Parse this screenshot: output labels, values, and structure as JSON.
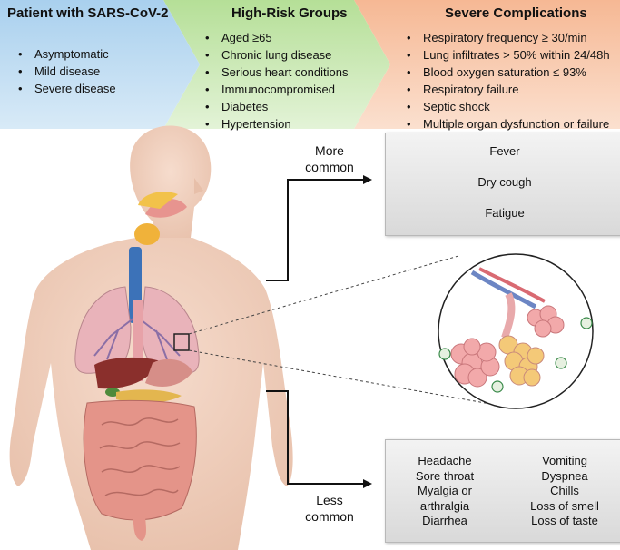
{
  "columns": [
    {
      "title": "Patient with SARS-CoV-2",
      "items": [
        "Asymptomatic",
        "Mild disease",
        "Severe disease"
      ],
      "color": "#bfdcf0"
    },
    {
      "title": "High-Risk Groups",
      "items": [
        "Aged ≥65",
        "Chronic lung disease",
        "Serious heart conditions",
        "Immunocompromised",
        "Diabetes",
        "Hypertension"
      ],
      "color": "#cde9b6"
    },
    {
      "title": "Severe Complications",
      "items": [
        "Respiratory frequency ≥ 30/min",
        "Lung infiltrates > 50% within 24/48h",
        "Blood oxygen saturation ≤ 93%",
        "Respiratory failure",
        "Septic shock",
        "Multiple organ dysfunction or failure"
      ],
      "color": "#f8ceb4"
    }
  ],
  "more_common": {
    "label_line1": "More",
    "label_line2": "common",
    "symptoms": [
      "Fever",
      "Dry cough",
      "Fatigue"
    ]
  },
  "less_common": {
    "label_line1": "Less",
    "label_line2": "common",
    "left": [
      "Headache",
      "Sore throat",
      "Myalgia or",
      "arthralgia",
      "Diarrhea"
    ],
    "right": [
      "Vomiting",
      "Dyspnea",
      "Chills",
      "Loss of smell",
      "Loss of taste"
    ]
  }
}
